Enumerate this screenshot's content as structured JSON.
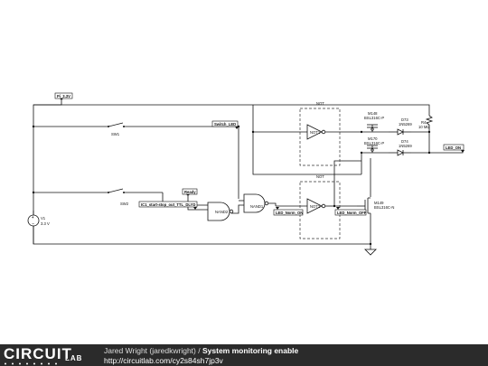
{
  "tags": {
    "pi_supply": "Pi_3.3V",
    "switch_led": "Switch_LED",
    "ready": "Ready",
    "start_stop": "IC1_start-stop_out_TTL_DLYD",
    "led_norm_on": "LED_Norm_ON",
    "led_norm_off": "LED_Norm_OFF",
    "led_on": "LED_ON"
  },
  "components": {
    "sw1": "SW1",
    "sw2": "SW2",
    "v1_name": "V1",
    "v1_value": "3.3 V",
    "not_top": "NOT",
    "not_top_gate": "NOT1",
    "not_bot": "NOT",
    "not_bot_gate": "NOT2",
    "nand1": "NAND1",
    "nand2": "NAND2",
    "m1_name": "M148",
    "m1_part": "BSL316C-P",
    "m2_name": "M170",
    "m2_part": "BSL316C-P",
    "m3_name": "M149",
    "m3_part": "BSL316C-N",
    "d1_name": "D73",
    "d1_part": "1N5269",
    "d2_name": "D74",
    "d2_part": "1N5269",
    "r4_name": "R4",
    "r4_value": "10 MΩ"
  },
  "footer": {
    "logo_main": "CIRCUIT",
    "logo_sub": "LAB",
    "author": "Jared Wright (jaredkwright)",
    "separator": " / ",
    "title": "System monitoring enable",
    "url": "http://circuitlab.com/cy2s84sh7jp3v"
  }
}
